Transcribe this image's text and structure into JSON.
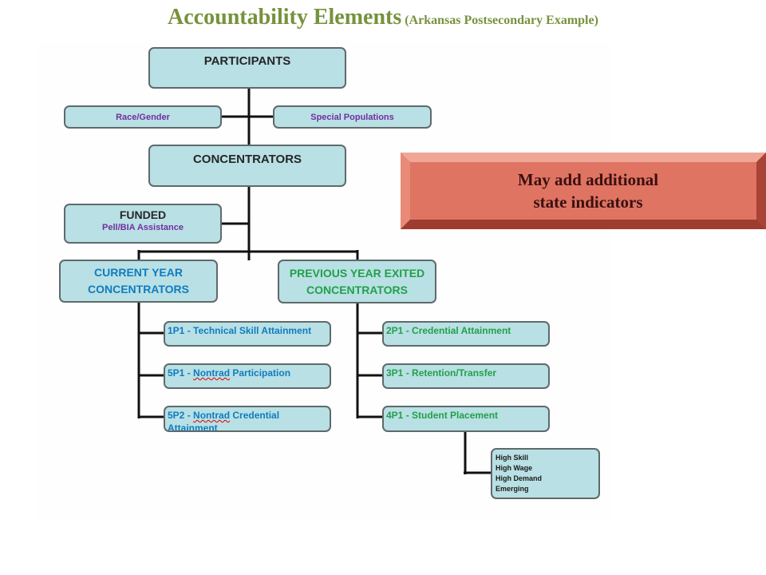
{
  "title": {
    "main": "Accountability Elements",
    "sub": "(Arkansas Postsecondary Example)"
  },
  "nodes": {
    "participants": "PARTICIPANTS",
    "race_gender": "Race/Gender",
    "special_populations": "Special Populations",
    "concentrators": "CONCENTRATORS",
    "funded": "FUNDED",
    "funded_sub": "Pell/BIA Assistance",
    "current_year": [
      "CURRENT YEAR",
      "CONCENTRATORS"
    ],
    "previous_year": [
      "PREVIOUS YEAR EXITED",
      "CONCENTRATORS"
    ]
  },
  "current_indicators": [
    {
      "code": "1P1",
      "sep": " - ",
      "parts": [
        {
          "text": "Technical Skill Attainment",
          "misspelled": false
        }
      ]
    },
    {
      "code": "5P1",
      "sep": " - ",
      "parts": [
        {
          "text": "Nontrad",
          "misspelled": true
        },
        {
          "text": " Participation",
          "misspelled": false
        }
      ]
    },
    {
      "code": "5P2",
      "sep": " - ",
      "parts": [
        {
          "text": "Nontrad",
          "misspelled": true
        },
        {
          "text": " Credential",
          "misspelled": false
        }
      ],
      "line2": "Attainment"
    }
  ],
  "previous_indicators": [
    {
      "code": "2P1",
      "sep": " - ",
      "parts": [
        {
          "text": "Credential Attainment",
          "misspelled": false
        }
      ]
    },
    {
      "code": "3P1",
      "sep": " - ",
      "parts": [
        {
          "text": "Retention/Transfer",
          "misspelled": false
        }
      ]
    },
    {
      "code": "4P1",
      "sep": " - ",
      "parts": [
        {
          "text": "Student Placement",
          "misspelled": false
        }
      ]
    }
  ],
  "placement_types": [
    "High Skill",
    "High Wage",
    "High Demand",
    "Emerging"
  ],
  "callout": {
    "line1": "May add additional",
    "line2": "state indicators"
  },
  "colors": {
    "title": "#76923c",
    "box_fill": "#b9e0e4",
    "box_border": "#5f6a6b",
    "purple": "#7030a0",
    "blue": "#0f7cc0",
    "green": "#22a04a",
    "callout": "#df7462"
  }
}
